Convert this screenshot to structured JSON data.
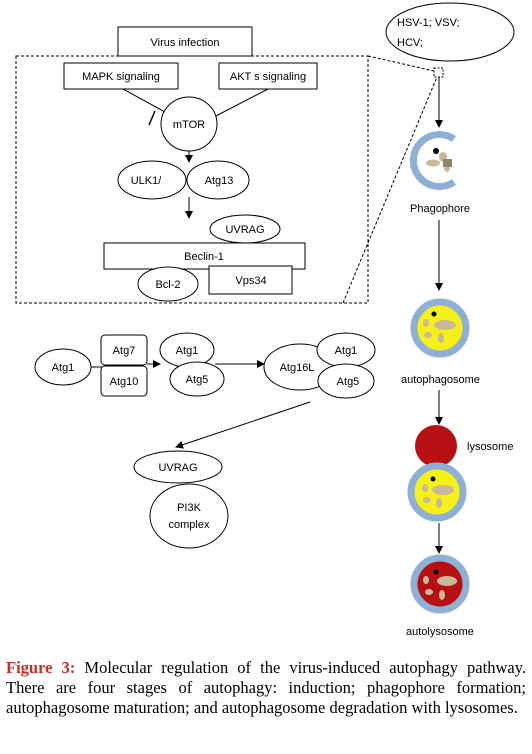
{
  "nodes": {
    "virus_infection": "Virus infection",
    "mapk": "MAPK signaling",
    "akt": "AKT s signaling",
    "mtor": "mTOR",
    "ulk1": "ULK1/",
    "atg13": "Atg13",
    "uvrag_top": "UVRAG",
    "beclin1": "Beclin-1",
    "bcl2": "Bcl-2",
    "vps34": "Vps34",
    "atg1_left": "Atg1",
    "atg7": "Atg7",
    "atg10": "Atg10",
    "atg1_mid": "Atg1",
    "atg5_mid": "Atg5",
    "atg16l": "Atg16L",
    "atg1_right": "Atg1",
    "atg5_right": "Atg5",
    "uvrag_bottom": "UVRAG",
    "pi3k_line1": "PI3K",
    "pi3k_line2": "complex",
    "virus_line1": "HSV-1;  VSV;",
    "virus_line2": "HCV;",
    "phagophore": "Phagophore",
    "autophagosome": "autophagosome",
    "lysosome": "lysosome",
    "autolysosome": "autolysosome"
  },
  "caption": {
    "label": "Figure 3:",
    "text": " Molecular regulation of the virus-induced autophagy pathway. There are four stages of autophagy: induction; phagophore formation; autophagosome maturation; and autophagosome degradation with lysosomes."
  },
  "colors": {
    "membrane": "#8fb0d6",
    "autophagosome_fill": "#f5ef1a",
    "lysosome": "#b80f12",
    "cargo": "#c8b99a",
    "line": "#000000"
  }
}
